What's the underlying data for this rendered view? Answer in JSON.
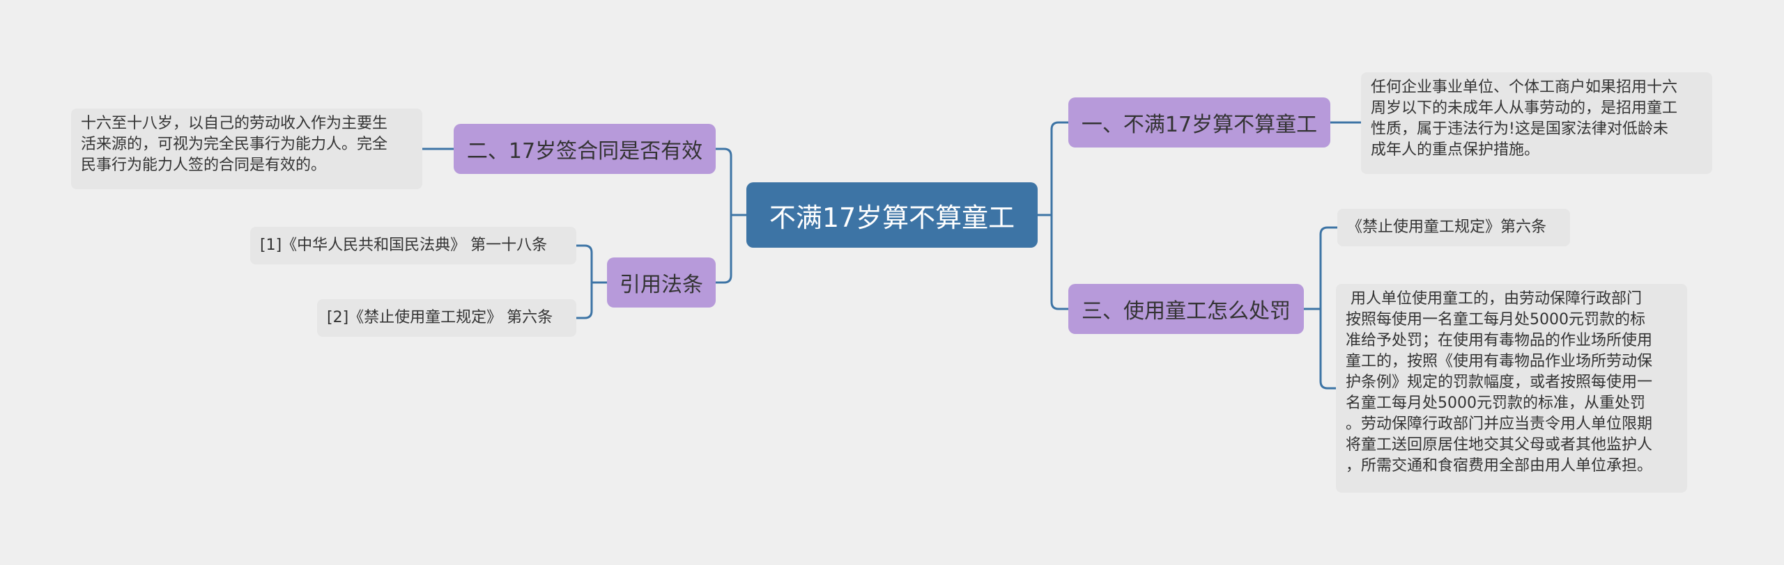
{
  "root": {
    "label": "不满17岁算不算童工"
  },
  "branches": [
    {
      "label": "一、不满17岁算不算童工",
      "leaves": [
        "任何企业事业单位、个体工商户如果招用十六\n周岁以下的未成年人从事劳动的，是招用童工\n性质，属于违法行为!这是国家法律对低龄未\n成年人的重点保护措施。"
      ]
    },
    {
      "label": "三、使用童工怎么处罚",
      "leaves": [
        "《禁止使用童工规定》第六条",
        " 用人单位使用童工的，由劳动保障行政部门\n按照每使用一名童工每月处5000元罚款的标\n准给予处罚；在使用有毒物品的作业场所使用\n童工的，按照《使用有毒物品作业场所劳动保\n护条例》规定的罚款幅度，或者按照每使用一\n名童工每月处5000元罚款的标准，从重处罚\n。劳动保障行政部门并应当责令用人单位限期\n将童工送回原居住地交其父母或者其他监护人\n，所需交通和食宿费用全部由用人单位承担。"
      ]
    },
    {
      "label": "二、17岁签合同是否有效",
      "leaves": [
        "十六至十八岁，以自己的劳动收入作为主要生\n活来源的，可视为完全民事行为能力人。完全\n民事行为能力人签的合同是有效的。"
      ]
    },
    {
      "label": "引用法条",
      "leaves": [
        "[1]《中华人民共和国民法典》 第一十八条",
        "[2]《禁止使用童工规定》 第六条"
      ]
    }
  ],
  "colors": {
    "background": "#efefef",
    "root_fill": "#3d74a5",
    "branch_fill": "#b79ada",
    "leaf_fill": "#e6e6e6",
    "connector": "#3d74a5"
  }
}
